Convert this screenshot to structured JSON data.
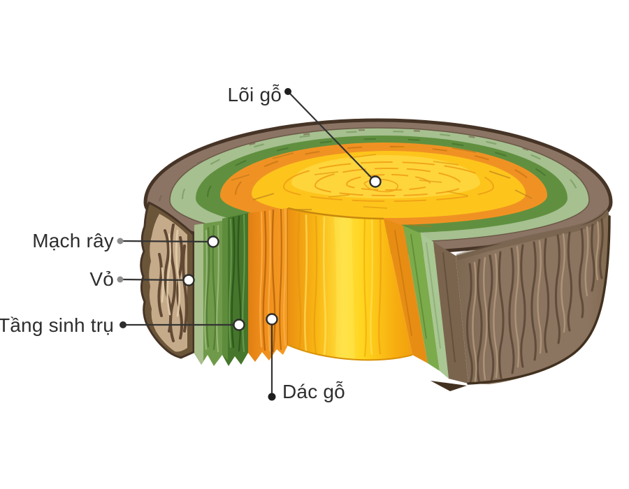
{
  "figure": {
    "background": "#ffffff",
    "labels": [
      {
        "id": "heartwood",
        "text": "Lõi gỗ"
      },
      {
        "id": "phloem",
        "text": "Mạch rây"
      },
      {
        "id": "bark",
        "text": "Vỏ"
      },
      {
        "id": "cambium",
        "text": "Tầng sinh trụ"
      },
      {
        "id": "sapwood",
        "text": "Dác gỗ"
      }
    ],
    "colors": {
      "outline": "#463426",
      "ring_bark": "#8b7464",
      "ring_outer_green": "#a6c090",
      "ring_inner_green": "#60903f",
      "ring_sapwood": "#f09223",
      "top_heartwood": "#fdc51c",
      "bark_cut_face": "#c6ab8a",
      "bark_block_rim": "#6b5539",
      "bark_side": "#8b7460",
      "phloem_face": "#6f9a4a",
      "cambium_face": "#45762b",
      "sapwood_face": "#ef8d1b",
      "right_strip_green": "#7cab4b",
      "right_strip_pale": "#a9c792",
      "right_strip_bark": "#7a644e",
      "label_text": "#2e2e2e",
      "label_line": "#333333"
    }
  }
}
